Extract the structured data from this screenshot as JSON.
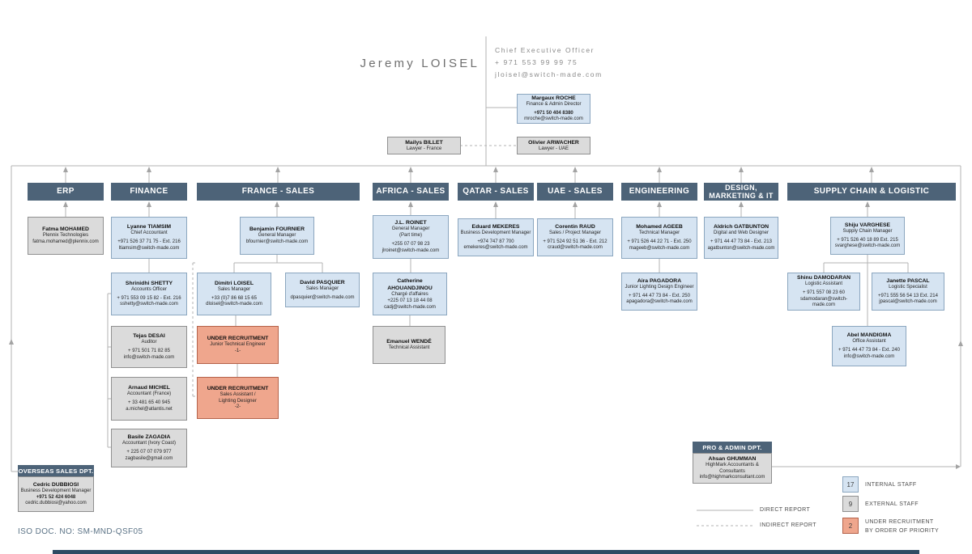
{
  "ceo": {
    "name": "Jeremy LOISEL",
    "title": "Chief Executive Officer",
    "phone": "+ 971 553 99 99 75",
    "email": "jloisel@switch-made.com"
  },
  "departments": {
    "erp": "ERP",
    "finance": "FINANCE",
    "france_sales": "FRANCE - SALES",
    "africa_sales": "AFRICA - SALES",
    "qatar_sales": "QATAR - SALES",
    "uae_sales": "UAE - SALES",
    "engineering": "ENGINEERING",
    "design_line1": "DESIGN,",
    "design_line2": "MARKETING & IT",
    "supply": "SUPPLY CHAIN & LOGISTIC",
    "overseas": "OVERSEAS SALES DPT.",
    "pro_admin": "PRO & ADMIN DPT."
  },
  "people": {
    "margaux": {
      "name": "Margaux ROCHE",
      "role": "Finance & Admin Director",
      "phone": "+971 50 404 8380",
      "email": "mroche@switch-made.com"
    },
    "mailys": {
      "name": "Mailys BILLET",
      "role": "Lawyer - France"
    },
    "olivier": {
      "name": "Olivier ARWACHER",
      "role": "Lawyer - UAE"
    },
    "fatma": {
      "name": "Fatma MOHAMED",
      "role": "Plennix Technologies",
      "email": "fatma.mohamed@plennix.com"
    },
    "lyanne": {
      "name": "Lyanne TIAMSIM",
      "role": "Chief Accountant",
      "phone": "+971 526 37 71 75  - Ext. 216",
      "email": "ltiamsim@switch-made.com"
    },
    "shrinidhi": {
      "name": "Shrinidhi SHETTY",
      "role": "Accounts Officer",
      "phone": "+ 971 553 09 15 82  - Ext. 216",
      "email": "sshetty@switch-made.com"
    },
    "tejas": {
      "name": "Tejas DESAI",
      "role": "Auditor",
      "phone": "+ 971 501 71 82 85",
      "email": "info@switch-made.com"
    },
    "arnaud": {
      "name": "Arnaud MICHEL",
      "role": "Accountant (France)",
      "phone": "+ 33 481 65 40 945",
      "email": "a.michel@atlantis.net"
    },
    "basile": {
      "name": "Basile ZAGADIA",
      "role": "Accountant (Ivory Coast)",
      "phone": "+ 225 07 07 079 977",
      "email": "zagbasile@gmail.com"
    },
    "benjamin": {
      "name": "Benjamin FOURNIER",
      "role": "General Manager",
      "email": "bfournier@switch-made.com"
    },
    "dimitri": {
      "name": "Dimitri LOISEL",
      "role": "Sales Manager",
      "phone": "+33 (0)7 86 68 15 65",
      "email": "dloisel@switch-made.com"
    },
    "david": {
      "name": "David PASQUIER",
      "role": "Sales Manager",
      "email": "dpasquier@switch-made.com"
    },
    "ur1": {
      "name": "UNDER RECRUITMENT",
      "role": "Junior Technical Engineer",
      "order": "-1-"
    },
    "ur2": {
      "name": "UNDER RECRUITMENT",
      "role": "Sales Assistant /",
      "role2": "Lighting Designer",
      "order": "-2-"
    },
    "jlroinet": {
      "name": "J.L. ROINET",
      "role": "General Manager",
      "role2": "(Part time)",
      "phone": "+255 07 07 98 23",
      "email": "jlroinet@switch-made.com"
    },
    "catherine": {
      "name": "Catherine AHOUANDJINOU",
      "role": "Chargé d'affaires",
      "phone": "+225 07 13 18 44 08",
      "email": "cadj@switch-made.com"
    },
    "emanuel": {
      "name": "Emanuel WENDÉ",
      "role": "Technical Assistant"
    },
    "eduard": {
      "name": "Eduard MEKERES",
      "role": "Business Development Manager",
      "phone": "+974 747 87 700",
      "email": "emekeres@switch-made.com"
    },
    "corentin": {
      "name": "Corentin RAUD",
      "role": "Sales / Project Manager",
      "phone": "+ 971 524 92 51 36  - Ext. 212",
      "email": "craud@switch-made.com"
    },
    "mohamed": {
      "name": "Mohamed AGEEB",
      "role": "Technical Manager",
      "phone": "+ 971 526 44 22 71 - Ext. 250",
      "email": "mageeb@switch-made.com"
    },
    "aira": {
      "name": "Aira PAGADORA",
      "role": "Junior Lighting Design Engineer",
      "phone": "+ 971 44 47 73 84 - Ext. 250",
      "email": "apagadora@switch-made.com"
    },
    "aldrich": {
      "name": "Aldrich GATBUNTON",
      "role": "Digital and Web Designer",
      "phone": "+ 971 44 47 73 84 - Ext. 213",
      "email": "agatbunton@switch-made.com"
    },
    "shiju": {
      "name": "Shiju VARGHESE",
      "role": "Supply Chain Manager",
      "phone": "+ 971 526 40 18 89  Ext. 215",
      "email": "svarghese@switch-made.com"
    },
    "shinu": {
      "name": "Shinu DAMODARAN",
      "role": "Logistic Assistant",
      "phone": "+ 971 557 08 23 60",
      "email": "sdamodaran@switch-made.com"
    },
    "janette": {
      "name": "Janette PASCAL",
      "role": "Logistic Specialist",
      "phone": "+971 555 56 54 13  Ext. 214",
      "email": "jpascal@switch-made.com"
    },
    "abel": {
      "name": "Abel MANDIGMA",
      "role": "Office Assistant",
      "phone": "+ 971 44 47 73 84 - Ext. 240",
      "email": "info@switch-made.com"
    },
    "cedric": {
      "name": "Cedric DUBBIOSI",
      "role": "Business Development Manager",
      "phone": "+971 52 424 6048",
      "email": "cedric.dubbiosi@yahoo.com"
    },
    "ahsan": {
      "name": "Ahsan GHUMMAN",
      "role": "HighMark Accountants & Consultants",
      "email": "info@highmarkconsultant.com"
    }
  },
  "legend": {
    "direct": "DIRECT REPORT",
    "indirect": "INDIRECT REPORT",
    "internal_count": "17",
    "internal_label": "INTERNAL STAFF",
    "external_count": "9",
    "external_label": "EXTERNAL STAFF",
    "recruit_count": "2",
    "recruit_label1": "UNDER RECRUITMENT",
    "recruit_label2": "BY ORDER OF PRIORITY"
  },
  "colors": {
    "header": "#4d6378",
    "internal": "#d6e4f2",
    "external": "#dbdbdb",
    "recruit": "#efa68d",
    "wire": "#b3b3b3"
  },
  "footer": {
    "iso": "ISO DOC. NO: SM-MND-QSF05"
  }
}
